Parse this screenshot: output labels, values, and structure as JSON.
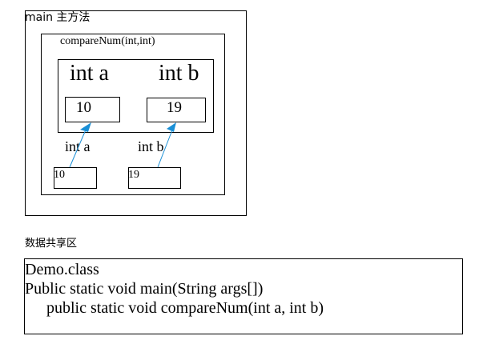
{
  "main_stack": {
    "label": "main 主方法",
    "method_frame": {
      "label": "compareNum(int,int)",
      "params": [
        {
          "name": "int a",
          "value": "10"
        },
        {
          "name": "int b",
          "value": "19"
        }
      ]
    },
    "locals": [
      {
        "name": "int a",
        "value": "10"
      },
      {
        "name": "int b",
        "value": "19"
      }
    ]
  },
  "shared_area": {
    "label": "数据共享区",
    "code_lines": [
      "Demo.class",
      "Public static void main(String args[])",
      "public static void compareNum(int a, int b)"
    ]
  },
  "colors": {
    "arrow": "#1a8fd6",
    "border": "#000000"
  }
}
